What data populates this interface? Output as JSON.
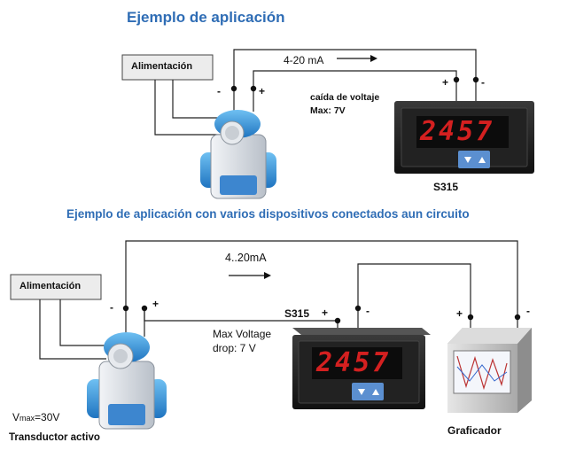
{
  "top": {
    "title": "Ejemplo de aplicación",
    "power_label": "Alimentación",
    "current_label": "4-20 mA",
    "minus_left": "-",
    "plus_left": "+",
    "plus_right": "+",
    "minus_right": "-",
    "drop_line1": "caída de voltaje",
    "drop_line2": "Max: 7V",
    "meter_reading": "2457",
    "meter_model": "S315"
  },
  "bottom": {
    "title": "Ejemplo de aplicación con varios dispositivos conectados aun circuito",
    "power_label": "Alimentación",
    "current_label": "4..20mA",
    "minus_left": "-",
    "plus_left": "+",
    "meter_model": "S315",
    "meter_plus": "+",
    "meter_minus": "-",
    "drop_line1": "Max Voltage",
    "drop_line2": "drop: 7 V",
    "meter_reading": "2457",
    "recorder_plus": "+",
    "recorder_minus": "-",
    "recorder_label": "Graficador",
    "vmax_v": "V",
    "vmax_sub": "max",
    "vmax_val": "=30V",
    "transducer_label": "Transductor activo"
  },
  "colors": {
    "title": "#2f6db5",
    "meter_body": "#1b1b1b",
    "display_digits": "#d42020",
    "transmitter_blue": "#2a8fd6",
    "transmitter_body": "#d9dde3",
    "recorder_body": "#c8c8c8"
  }
}
